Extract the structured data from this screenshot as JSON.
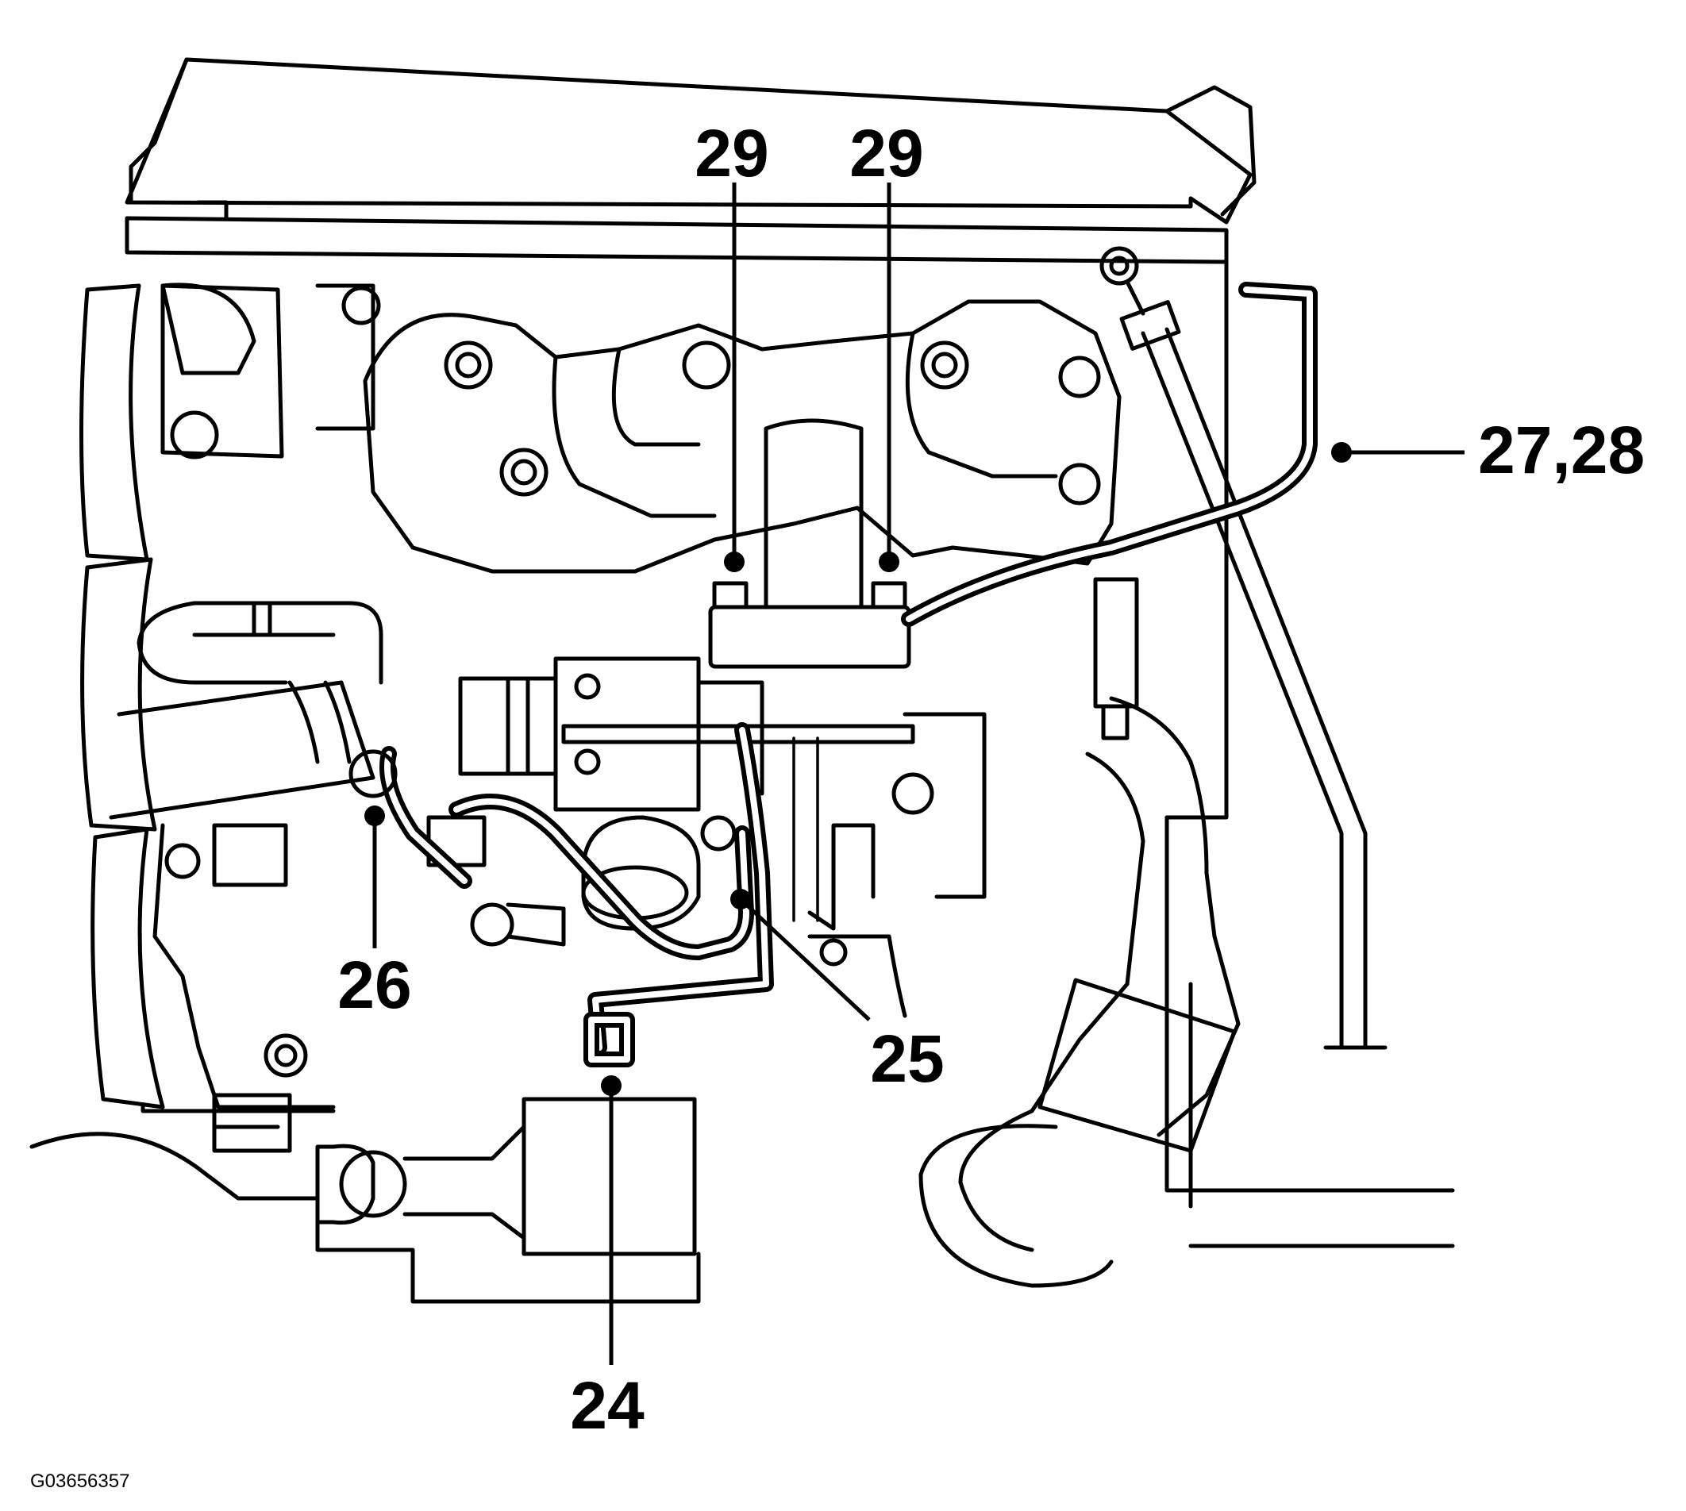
{
  "figure_id": "G03656357",
  "callouts": {
    "c29_left": "29",
    "c29_right": "29",
    "c27_28": "27,28",
    "c26": "26",
    "c25": "25",
    "c24": "24"
  }
}
